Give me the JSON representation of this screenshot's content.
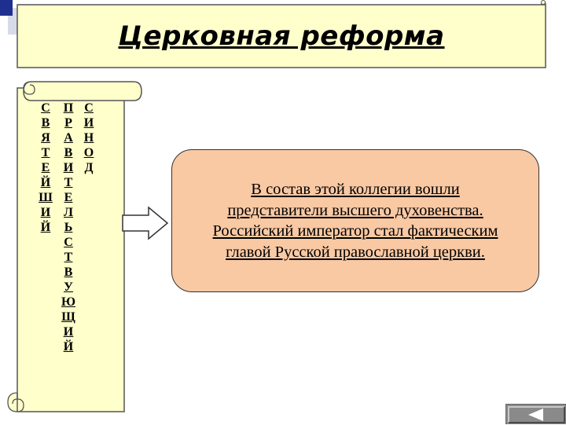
{
  "title": "Церковная реформа",
  "scroll_columns": [
    {
      "word": "СВЯТЕЙШИЙ",
      "letters": [
        "С",
        "В",
        "Я",
        "Т",
        "Е",
        "Й",
        "Ш",
        "И",
        "Й"
      ]
    },
    {
      "word": "ПРАВИТЕЛЬСТВУЮЩИЙ",
      "letters": [
        "П",
        "Р",
        "А",
        "В",
        "И",
        "Т",
        "Е",
        "Л",
        "Ь",
        "С",
        "Т",
        "В",
        "У",
        "Ю",
        "Щ",
        "И",
        "Й"
      ]
    },
    {
      "word": "СИНОД",
      "letters": [
        "С",
        "И",
        "Н",
        "О",
        "Д"
      ]
    }
  ],
  "info_text": "В состав этой коллегии вошли представители высшего духовенства. Российский император стал фактическим главой Русской православной церкви.",
  "nav": {
    "back_icon": "triangle-left-icon"
  },
  "colors": {
    "title_fill": "#ffffcc",
    "scroll_fill": "#ffffcc",
    "info_fill": "#f9c9a4",
    "corner_blue": "#1f2f8f",
    "nav_gray": "#8a8a8a"
  }
}
